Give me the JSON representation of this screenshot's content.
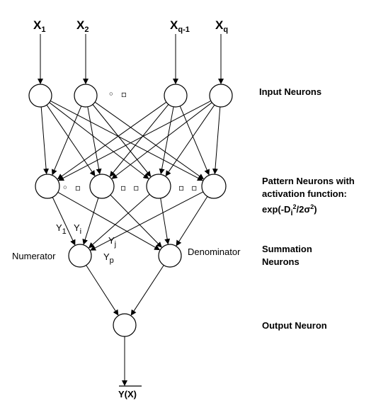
{
  "inputs": {
    "x1": {
      "base": "X",
      "sub": "1"
    },
    "x2": {
      "base": "X",
      "sub": "2"
    },
    "xq1": {
      "base": "X",
      "sub": "q-1"
    },
    "xq": {
      "base": "X",
      "sub": "q"
    },
    "ellipsis": "◦ ▫"
  },
  "pattern_ellipses": [
    "◦ ▫",
    "▫ ▫",
    "▫ ▫"
  ],
  "layers": {
    "input": "Input Neurons",
    "pattern_line1": "Pattern Neurons with",
    "pattern_line2": "activation function:",
    "pattern_exp_prefix": "exp(-D",
    "pattern_exp_sub": "i",
    "pattern_exp_sup": "2",
    "pattern_exp_mid": "/2",
    "pattern_exp_sigma": "σ",
    "pattern_exp_sup2": "2",
    "pattern_exp_suffix": ")",
    "summation_line1": "Summation",
    "summation_line2": "Neurons",
    "output": "Output Neuron"
  },
  "neurons": {
    "numerator": "Numerator",
    "denominator": "Denominator"
  },
  "weights": {
    "y1": {
      "base": "Y",
      "sub": "1"
    },
    "yi": {
      "base": "Y",
      "sub": "i"
    },
    "yj": {
      "base": "Y",
      "sub": "j"
    },
    "yp": {
      "base": "Y",
      "sub": "p"
    }
  },
  "output": {
    "label": "Y(X)"
  }
}
